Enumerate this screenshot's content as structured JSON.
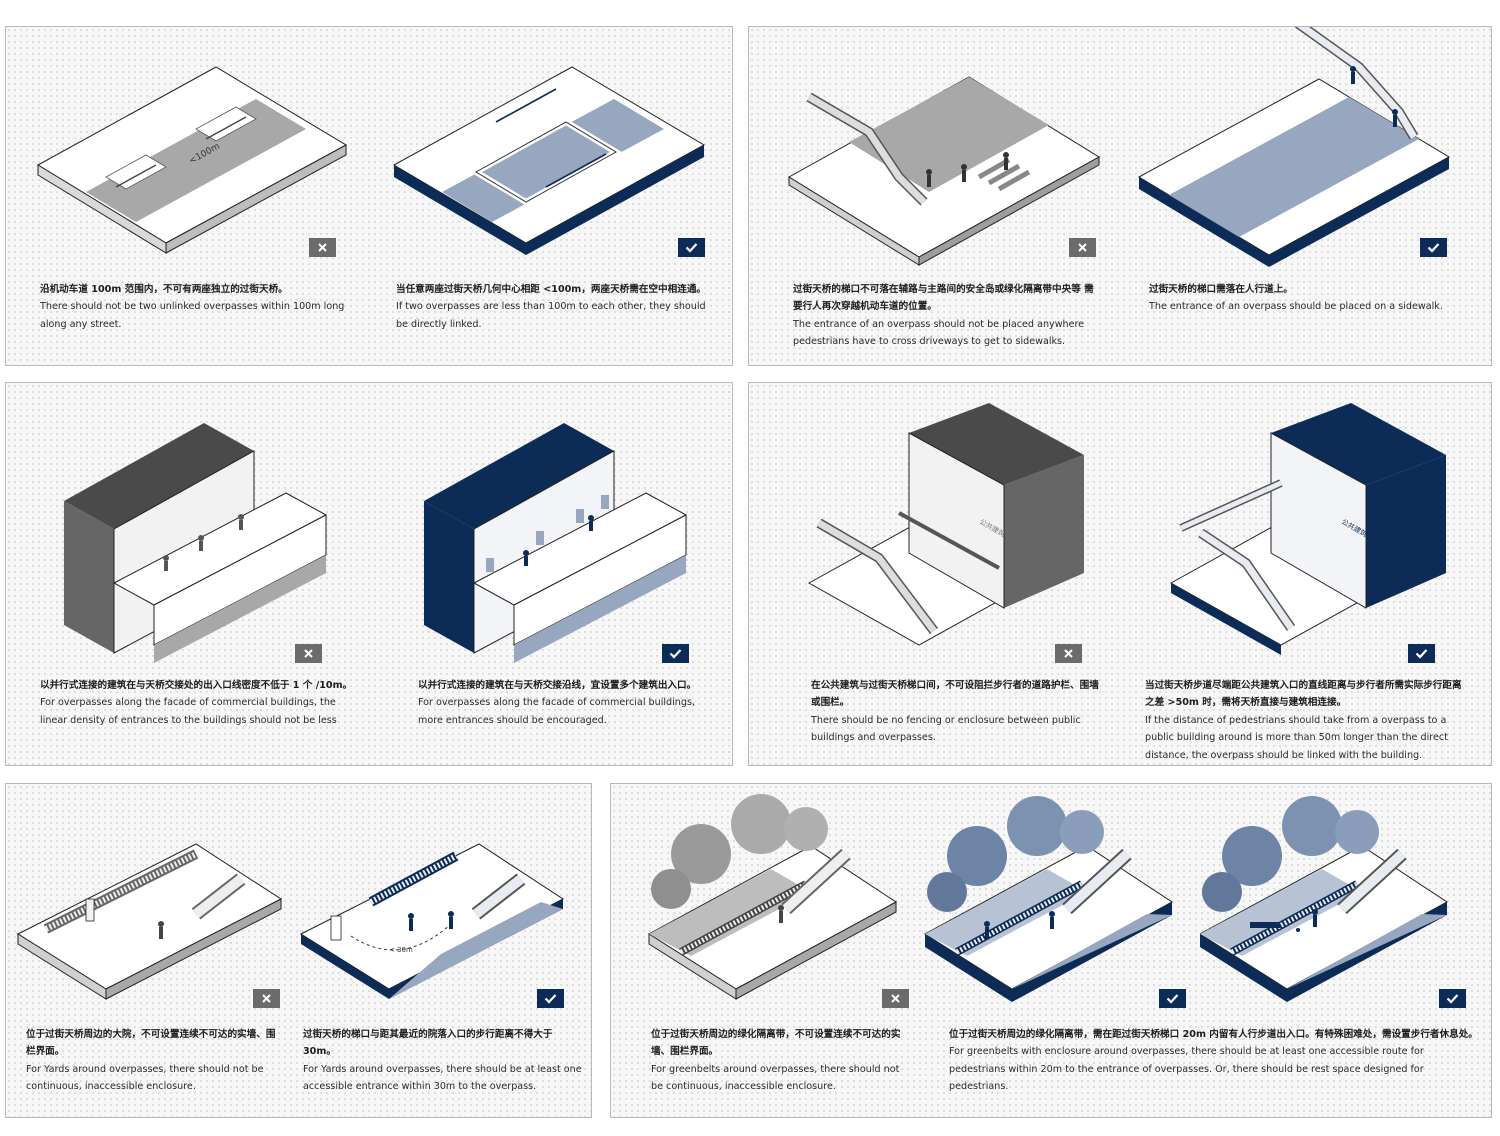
{
  "colors": {
    "navy": "#0c2b57",
    "blue_grey": "#97a7bf",
    "grey_dark": "#666666",
    "grey_mid": "#a8a8a8",
    "grey_light": "#d8d8d8"
  },
  "panels": [
    {
      "cells": [
        {
          "mark": "wrong",
          "icon": "cross-icon",
          "zh": "沿机动车道 100m 范围内，不可有两座独立的过街天桥。",
          "en": "There should not be two unlinked overpasses within 100m long along any street.",
          "label": "<100m"
        },
        {
          "mark": "right",
          "icon": "check-icon",
          "zh": "当任意两座过街天桥几何中心相距 <100m，两座天桥需在空中相连通。",
          "en": "If two overpasses are less than 100m to each other, they should be directly linked."
        }
      ]
    },
    {
      "cells": [
        {
          "mark": "wrong",
          "icon": "cross-icon",
          "zh": "过街天桥的梯口不可落在辅路与主路间的安全岛或绿化隔离带中央等 需要行人再次穿越机动车道的位置。",
          "en": "The entrance of an overpass should not be placed anywhere pedestrians have to cross driveways to get to sidewalks."
        },
        {
          "mark": "right",
          "icon": "check-icon",
          "zh": "过街天桥的梯口需落在人行道上。",
          "en": "The entrance of an overpass should be placed on a sidewalk."
        }
      ]
    },
    {
      "cells": [
        {
          "mark": "wrong",
          "icon": "cross-icon",
          "zh": "以并行式连接的建筑在与天桥交接处的出入口线密度不低于 1 个 /10m。",
          "en": "For overpasses along the facade of commercial buildings, the linear density of entrances to the buildings should not be less"
        },
        {
          "mark": "right",
          "icon": "check-icon",
          "zh": "以并行式连接的建筑在与天桥交接沿线，宜设置多个建筑出入口。",
          "en": "For overpasses along the facade of commercial buildings, more entrances should be encouraged."
        }
      ]
    },
    {
      "cells": [
        {
          "mark": "wrong",
          "icon": "cross-icon",
          "zh": "在公共建筑与过街天桥梯口间，不可设阻拦步行者的道路护栏、围墙或围栏。",
          "en": "There should be no fencing or enclosure between public buildings and overpasses.",
          "sign": "公共建筑"
        },
        {
          "mark": "right",
          "icon": "check-icon",
          "zh": "当过街天桥步道尽端距公共建筑入口的直线距离与步行者所需实际步行距离之差 >50m 时，需将天桥直接与建筑相连接。",
          "en": "If the distance of pedestrians should take from a overpass to a public building around is more than 50m longer than the direct distance, the overpass should be linked with the building.",
          "sign": "公共建筑"
        }
      ]
    },
    {
      "cells": [
        {
          "mark": "wrong",
          "icon": "cross-icon",
          "zh": "位于过街天桥周边的大院，不可设置连续不可达的实墙、围栏界面。",
          "en": "For Yards around overpasses, there should not be continuous, inaccessible enclosure."
        },
        {
          "mark": "right",
          "icon": "check-icon",
          "zh": "过街天桥的梯口与距其最近的院落入口的步行距离不得大于 30m。",
          "en": "For Yards around overpasses, there should be at least one accessible entrance within 30m to the overpass.",
          "label": "< 30m"
        }
      ]
    },
    {
      "cells": [
        {
          "mark": "wrong",
          "icon": "cross-icon",
          "zh": "位于过街天桥周边的绿化隔离带，不可设置连续不可达的实墙、围栏界面。",
          "en": "For greenbelts around overpasses, there should not be continuous, inaccessible enclosure."
        },
        {
          "mark": "right",
          "icon": "check-icon",
          "zh": "位于过街天桥周边的绿化隔离带，需在距过街天桥梯口 20m 内留有人行步道出入口。有特殊困难处，需设置步行者休息处。",
          "en": "For greenbelts with enclosure around overpasses, there should be at least one accessible route for pedestrians within 20m to the entrance of overpasses. Or, there should be rest space designed for pedestrians."
        },
        {
          "mark": "right",
          "icon": "check-icon"
        }
      ]
    }
  ]
}
